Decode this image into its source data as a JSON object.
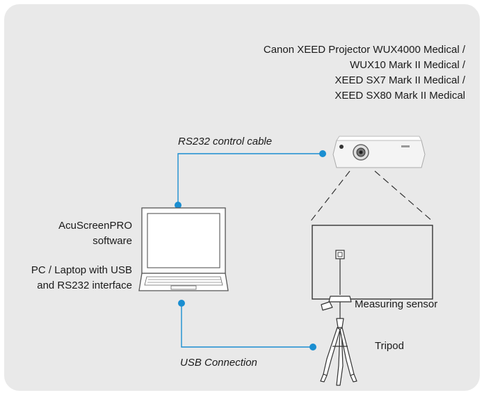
{
  "projector_label": {
    "lines": [
      "Canon XEED Projector WUX4000 Medical /",
      "WUX10 Mark II Medical /",
      "XEED SX7 Mark II Medical /",
      "XEED SX80 Mark II Medical"
    ]
  },
  "cable_rs232": "RS232 control cable",
  "software": {
    "lines": [
      "AcuScreenPRO",
      "software"
    ]
  },
  "pc": {
    "lines": [
      "PC / Laptop with USB",
      "and RS232 interface"
    ]
  },
  "sensor_label": "Measuring sensor",
  "tripod_label": "Tripod",
  "cable_usb": "USB Connection",
  "colors": {
    "panel": "#e9e9e9",
    "cable": "#1a8ed1",
    "outline": "#555555"
  },
  "icons": [
    "projector-icon",
    "laptop-icon",
    "screen-icon",
    "sensor-icon",
    "tripod-icon"
  ]
}
